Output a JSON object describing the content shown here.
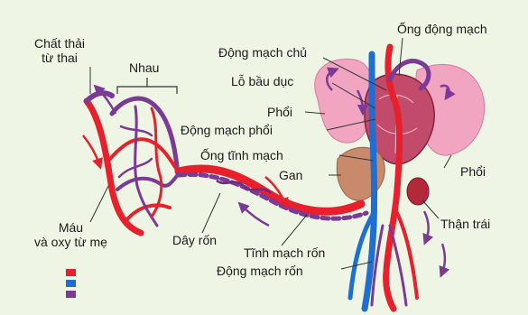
{
  "labels": {
    "placenta_waste": [
      "Chất thải",
      "từ thai"
    ],
    "placenta": "Nhau",
    "maternal_blood": [
      "Máu",
      "và oxy từ mẹ"
    ],
    "umbilical_cord": "Dây rốn",
    "umbilical_vein": "Tĩnh mạch rốn",
    "umbilical_artery": "Động mạch rốn",
    "ductus_arteriosus": "Ống động mạch",
    "aorta": "Động mạch chủ",
    "foramen_ovale": "Lỗ bầu dục",
    "lung_left": "Phổi",
    "pulmonary_artery": "Động mạch phổi",
    "ductus_venosus": "Ống tĩnh mạch",
    "liver": "Gan",
    "lung_right": "Phổi",
    "left_kidney": "Thận trái"
  },
  "legend": {
    "colors": [
      "#e8202c",
      "#1f6fd1",
      "#7b3a96"
    ]
  },
  "colors": {
    "background": "#eef5e4",
    "oxygenated": "#e8202c",
    "deoxygenated": "#1f6fd1",
    "mixed": "#7b3a96",
    "lung": "#ef9ab8",
    "liver": "#c98a6c",
    "kidney": "#b3283a"
  }
}
